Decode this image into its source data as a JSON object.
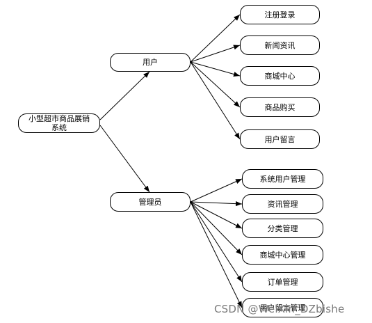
{
  "diagram": {
    "root": {
      "label_line1": "小型超市商品展销",
      "label_line2": "系统"
    },
    "user": {
      "label": "用户",
      "children": [
        "注册登录",
        "新闻资讯",
        "商城中心",
        "商品购买",
        "用户留言"
      ]
    },
    "admin": {
      "label": "管理员",
      "children": [
        "系统用户管理",
        "资讯管理",
        "分类管理",
        "商城中心管理",
        "订单管理",
        "用户留言管理"
      ]
    }
  },
  "watermark": "CSDN @WeiXin_DZbishe",
  "colors": {
    "line": "#000000",
    "border": "#000000",
    "background": "#ffffff",
    "watermark": "#7a7a7a"
  }
}
